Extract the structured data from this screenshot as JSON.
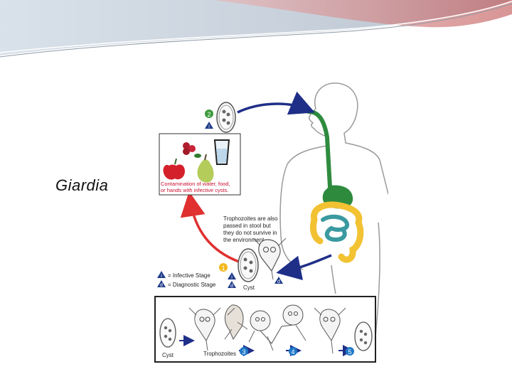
{
  "slide": {
    "title": "Giardia"
  },
  "diagram": {
    "contamination_line1": "Contamination of water, food,",
    "contamination_line2": "or hands  with infective cysts.",
    "note_lines": [
      "Trophozoites are also",
      "passed in stool but",
      "they do not survive in",
      "the environment."
    ],
    "legend_infective_marker": "i",
    "legend_infective": "= Infective Stage",
    "legend_diagnostic_marker": "d",
    "legend_diagnostic": "= Diagnostic Stage",
    "cyst_label": "Cyst",
    "step1": "1",
    "step2": "2",
    "step3": "3",
    "step4": "4",
    "step5": "5",
    "marker_i": "i",
    "marker_d": "d",
    "bottom_cyst_label": "Cyst",
    "bottom_trophozoites_label": "Trophozoites",
    "colors": {
      "arrow_blue": "#1f2f88",
      "arrow_red": "#e03030",
      "contamination_text": "#c8102e",
      "gut_green": "#2e8b3e",
      "colon_yellow": "#f2c233",
      "small_intestine": "#3a9aa0",
      "step_green": "#3c9a3c",
      "step_yellow": "#f2b81c",
      "marker_blue": "#1e3a8a"
    }
  }
}
